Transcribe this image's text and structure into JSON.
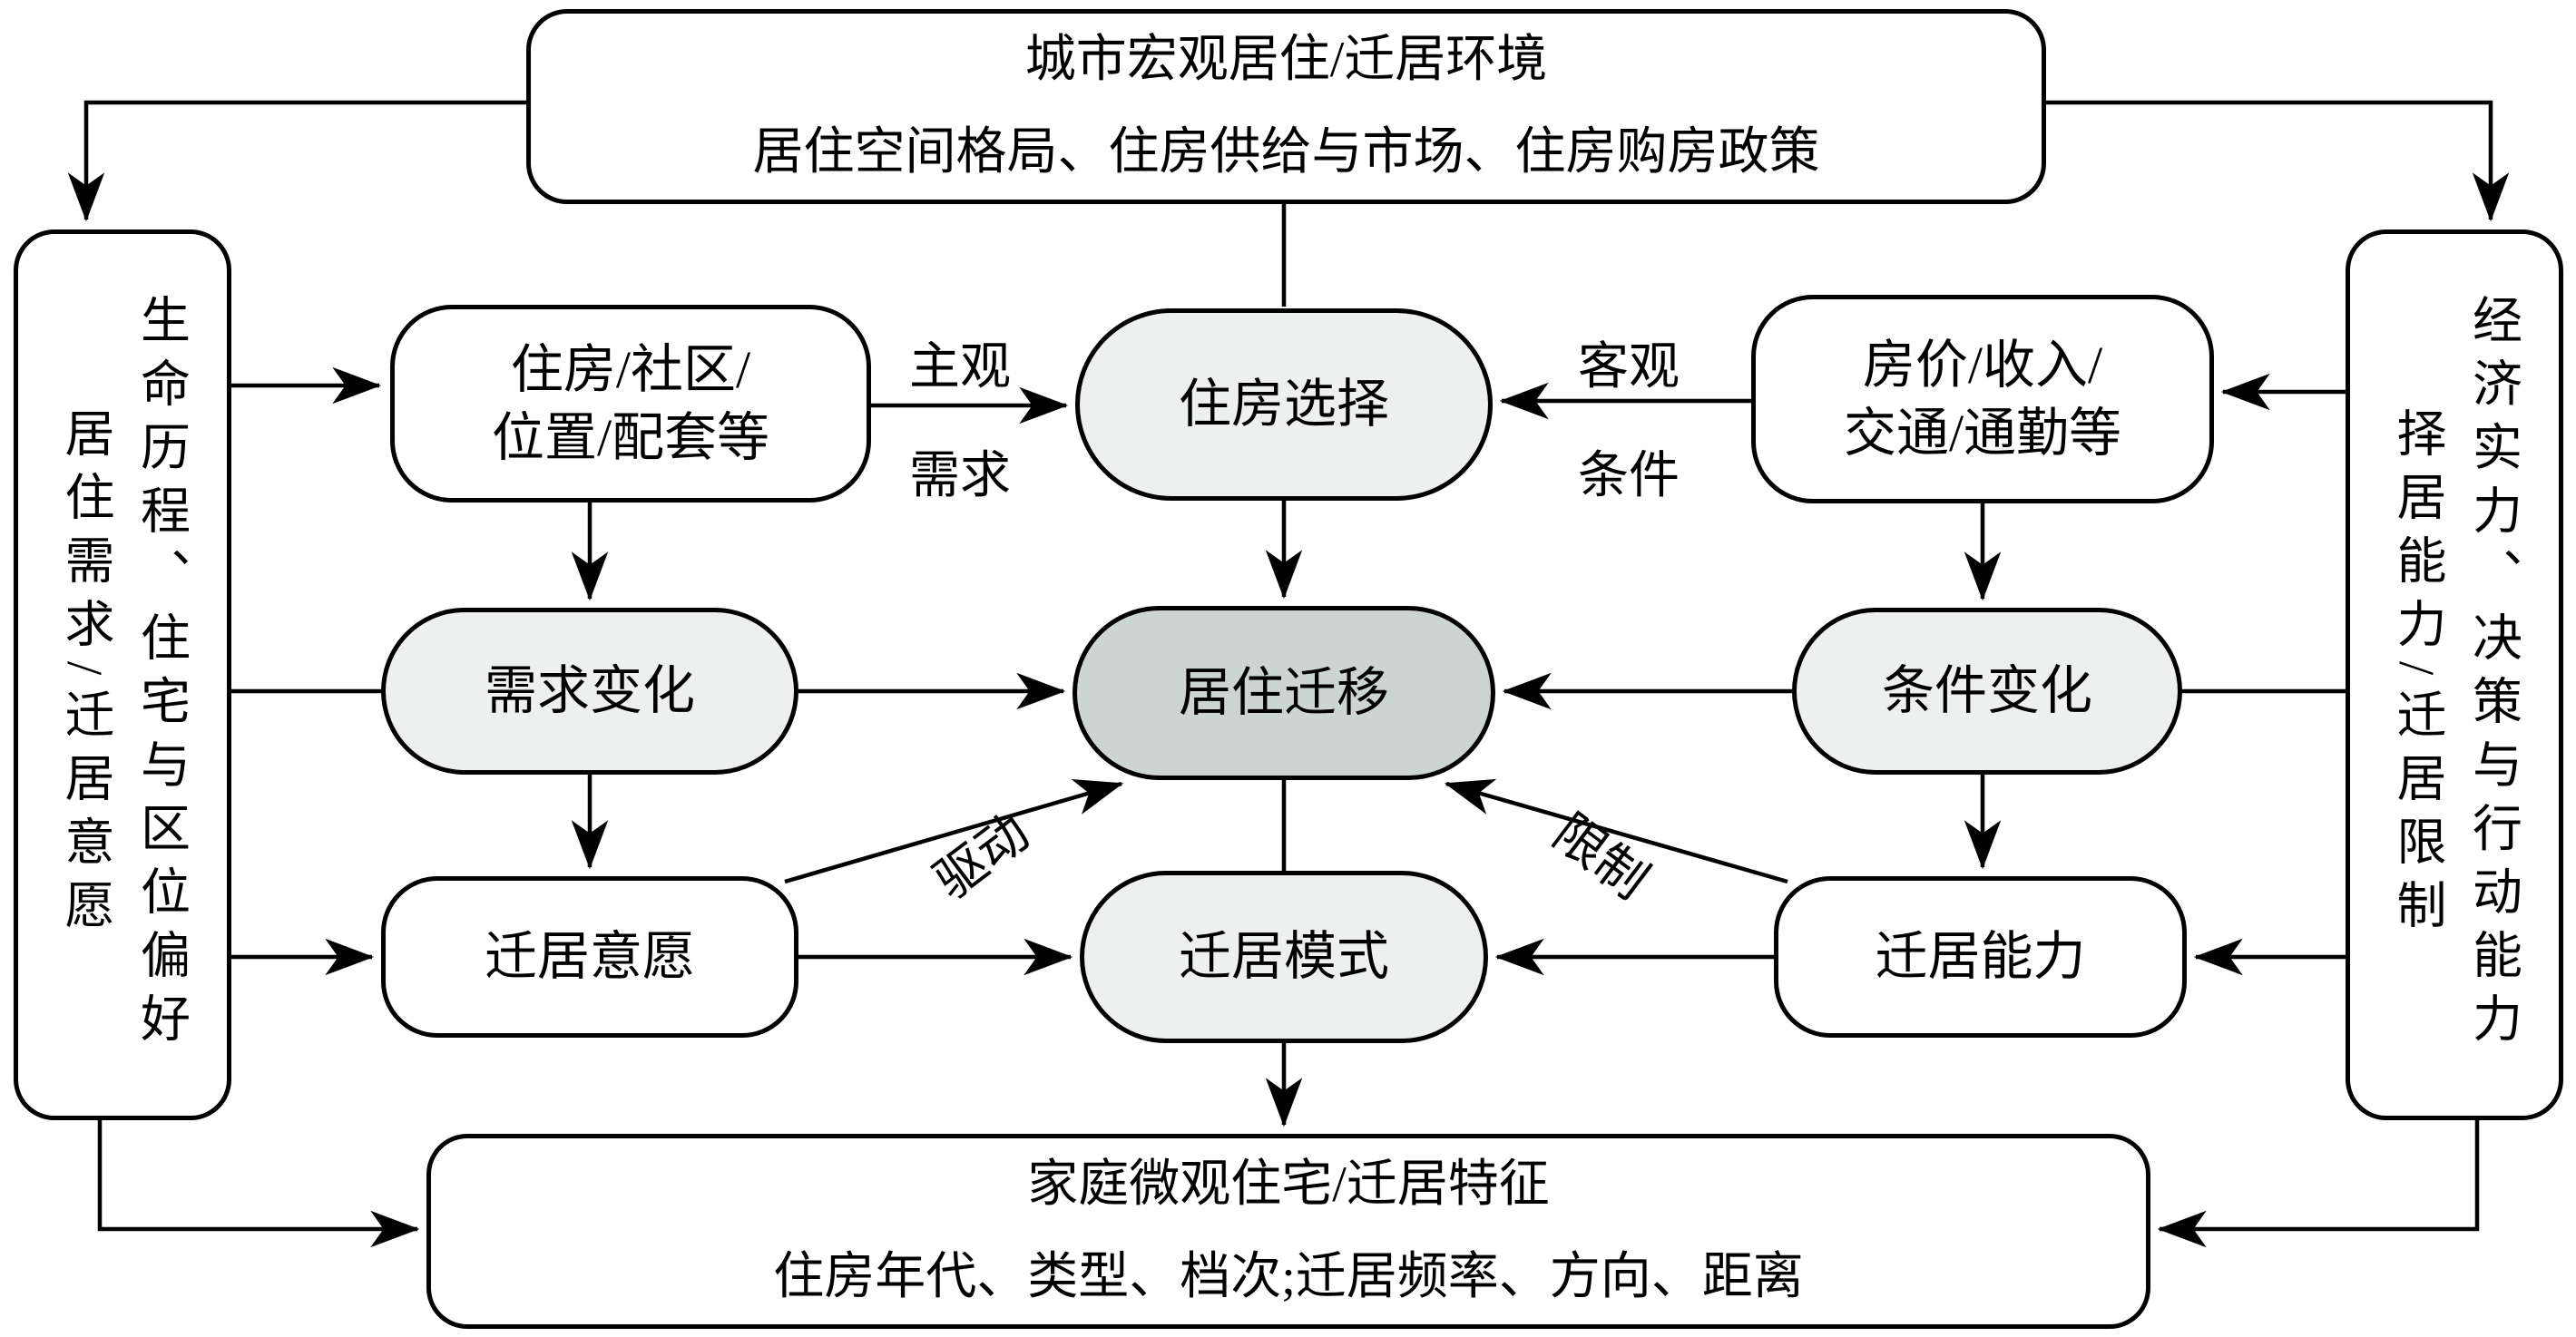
{
  "diagram": {
    "top_box": {
      "line1": "城市宏观居住/迁居环境",
      "line2": "居住空间格局、住房供给与市场、住房购房政策"
    },
    "left_box": {
      "col_outer": "生命历程、住宅与区位偏好",
      "col_inner": "居住需求/迁居意愿"
    },
    "right_box": {
      "col_outer": "经济实力、决策与行动能力",
      "col_inner": "择居能力/迁居限制"
    },
    "nodes": {
      "housing_attributes": "住房/社区/\n位置/配套等",
      "housing_choice": "住房选择",
      "price_income": "房价/收入/\n交通/通勤等",
      "need_change": "需求变化",
      "residential_migration": "居住迁移",
      "condition_change": "条件变化",
      "move_willingness": "迁居意愿",
      "move_pattern": "迁居模式",
      "move_capability": "迁居能力"
    },
    "edge_labels": {
      "subjective": "主观\n需求",
      "objective": "客观\n条件",
      "drive": "驱动",
      "restrict": "限制"
    },
    "bottom_box": {
      "line1": "家庭微观住宅/迁居特征",
      "line2": "住房年代、类型、档次;迁居频率、方向、距离"
    },
    "colors": {
      "node_light": "#edf0ef",
      "node_dark": "#ccd5d2",
      "border": "#000000",
      "background": "#ffffff"
    }
  }
}
